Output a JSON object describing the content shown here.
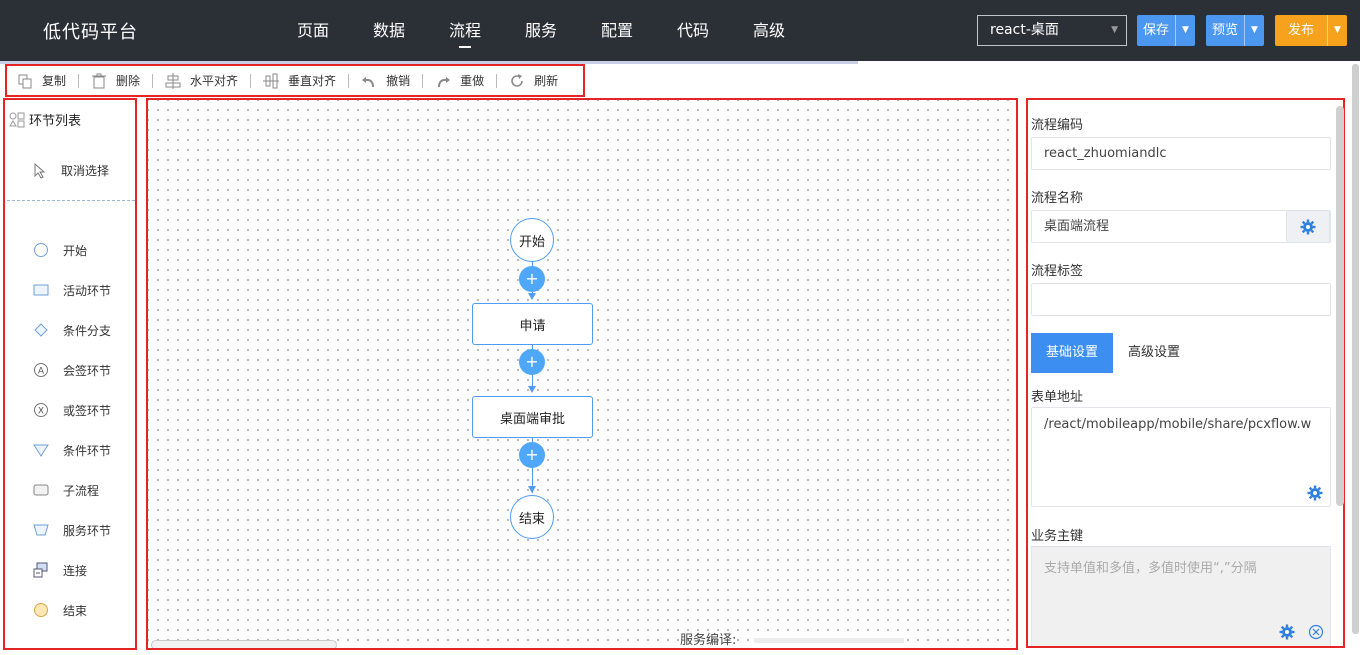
{
  "header": {
    "brand": "低代码平台",
    "nav": [
      {
        "label": "页面",
        "active": false
      },
      {
        "label": "数据",
        "active": false
      },
      {
        "label": "流程",
        "active": true
      },
      {
        "label": "服务",
        "active": false
      },
      {
        "label": "配置",
        "active": false
      },
      {
        "label": "代码",
        "active": false
      },
      {
        "label": "高级",
        "active": false
      }
    ],
    "env_select": "react-桌面",
    "save_label": "保存",
    "preview_label": "预览",
    "publish_label": "发布"
  },
  "toolbar": {
    "items": [
      {
        "label": "复制",
        "icon": "copy-icon"
      },
      {
        "label": "删除",
        "icon": "trash-icon"
      },
      {
        "label": "水平对齐",
        "icon": "align-horizontal-icon"
      },
      {
        "label": "垂直对齐",
        "icon": "align-vertical-icon"
      },
      {
        "label": "撤销",
        "icon": "undo-icon"
      },
      {
        "label": "重做",
        "icon": "redo-icon"
      },
      {
        "label": "刷新",
        "icon": "refresh-icon"
      }
    ]
  },
  "left_panel": {
    "title": "环节列表",
    "cancel_label": "取消选择",
    "nodes": [
      {
        "label": "开始",
        "icon": "start-circle-icon"
      },
      {
        "label": "活动环节",
        "icon": "activity-rect-icon"
      },
      {
        "label": "条件分支",
        "icon": "condition-diamond-icon"
      },
      {
        "label": "会签环节",
        "icon": "countersign-icon"
      },
      {
        "label": "或签环节",
        "icon": "or-sign-icon"
      },
      {
        "label": "条件环节",
        "icon": "condition-triangle-icon"
      },
      {
        "label": "子流程",
        "icon": "subprocess-icon"
      },
      {
        "label": "服务环节",
        "icon": "service-trapezoid-icon"
      },
      {
        "label": "连接",
        "icon": "connect-icon"
      },
      {
        "label": "结束",
        "icon": "end-circle-icon"
      }
    ]
  },
  "canvas": {
    "nodes": {
      "start": "开始",
      "apply": "申请",
      "approve": "桌面端审批",
      "end": "结束"
    },
    "status_text": "服务编译:"
  },
  "right_panel": {
    "code_label": "流程编码",
    "code_value": "react_zhuomiandlc",
    "name_label": "流程名称",
    "name_value": "桌面端流程",
    "tag_label": "流程标签",
    "tag_value": "",
    "tabs": [
      "基础设置",
      "高级设置"
    ],
    "form_url_label": "表单地址",
    "form_url_value": "/react/mobileapp/mobile/share/pcxflow.w",
    "biz_key_label": "业务主键",
    "biz_key_placeholder": "支持单值和多值，多值时使用“,”分隔"
  },
  "colors": {
    "header_bg": "#2b3036",
    "primary": "#4c97f0",
    "publish": "#f6a21c",
    "highlight_border": "#e52525",
    "flow_line": "#4d9cf5"
  }
}
